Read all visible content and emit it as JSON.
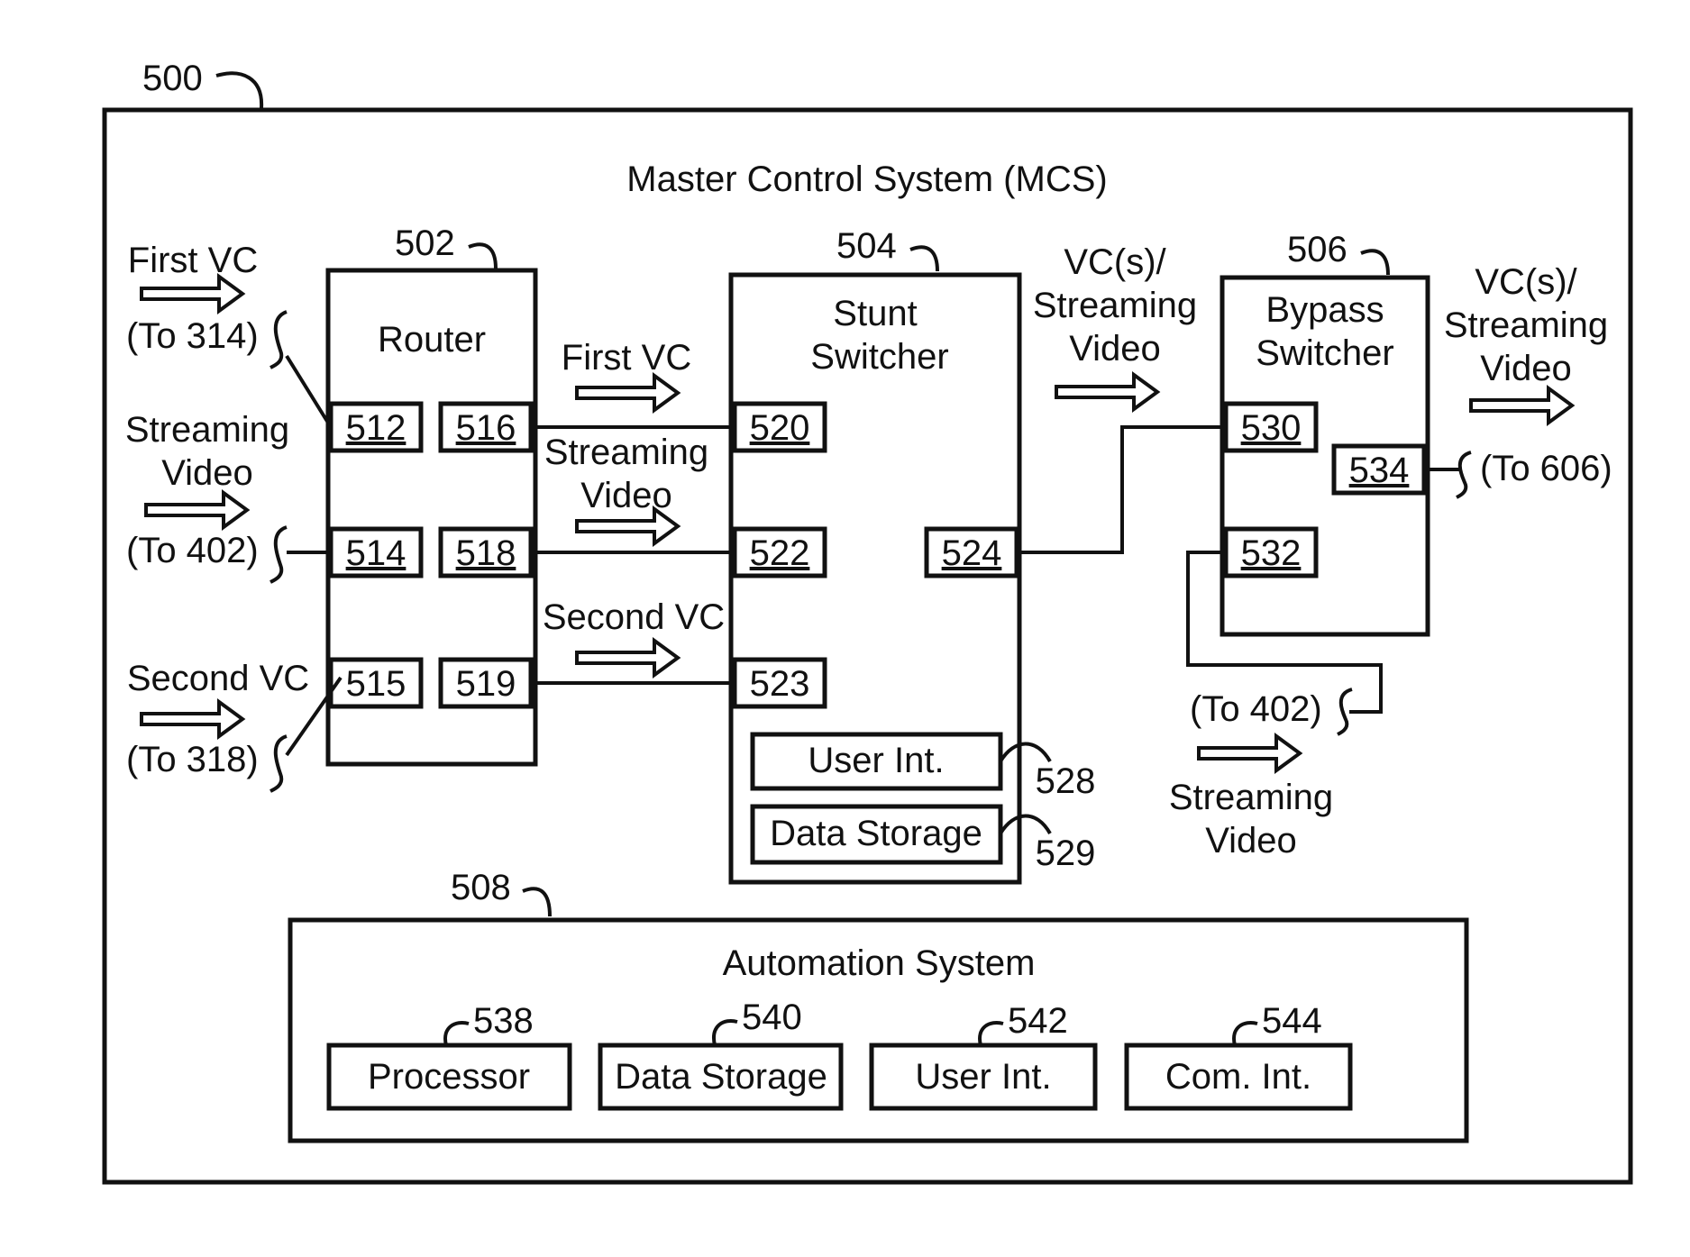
{
  "figure": {
    "ref": "500",
    "title": "Master Control System (MCS)",
    "router": {
      "ref": "502",
      "title": "Router",
      "ports": {
        "p512": "512",
        "p516": "516",
        "p514": "514",
        "p518": "518",
        "p515": "515",
        "p519": "519"
      }
    },
    "stunt": {
      "ref": "504",
      "title_line1": "Stunt",
      "title_line2": "Switcher",
      "ports": {
        "p520": "520",
        "p522": "522",
        "p523": "523",
        "p524": "524"
      },
      "user_int": "User Int.",
      "user_int_ref": "528",
      "data_storage": "Data Storage",
      "data_storage_ref": "529"
    },
    "bypass": {
      "ref": "506",
      "title_line1": "Bypass",
      "title_line2": "Switcher",
      "ports": {
        "p530": "530",
        "p532": "532",
        "p534": "534"
      }
    },
    "automation": {
      "ref": "508",
      "title": "Automation System",
      "processor": "Processor",
      "processor_ref": "538",
      "data_storage": "Data Storage",
      "data_storage_ref": "540",
      "user_int": "User Int.",
      "user_int_ref": "542",
      "com_int": "Com. Int.",
      "com_int_ref": "544"
    },
    "inputs": {
      "first_vc": "First VC",
      "to_314": "(To 314)",
      "streaming_line1": "Streaming",
      "streaming_line2": "Video",
      "to_402": "(To 402)",
      "second_vc": "Second VC",
      "to_318": "(To 318)"
    },
    "middle": {
      "first_vc": "First VC",
      "streaming_line1": "Streaming",
      "streaming_line2": "Video",
      "second_vc": "Second VC"
    },
    "stunt_out": {
      "line1": "VC(s)/",
      "line2": "Streaming",
      "line3": "Video"
    },
    "bypass_out": {
      "line1": "VC(s)/",
      "line2": "Streaming",
      "line3": "Video",
      "to_606": "(To 606)"
    },
    "bypass_in": {
      "to_402": "(To 402)",
      "line1": "Streaming",
      "line2": "Video"
    }
  }
}
